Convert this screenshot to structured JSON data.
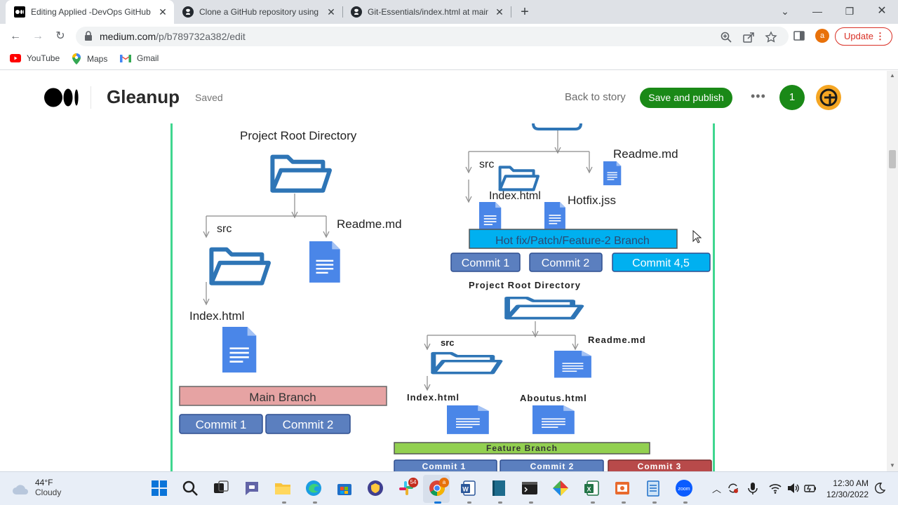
{
  "browser": {
    "tabs": [
      {
        "title": "Editing Applied -DevOps GitHub",
        "active": true,
        "favicon": "medium-icon"
      },
      {
        "title": "Clone a GitHub repository using",
        "active": false,
        "favicon": "github-icon"
      },
      {
        "title": "Git-Essentials/index.html at main",
        "active": false,
        "favicon": "github-icon"
      }
    ],
    "url": "medium.com",
    "url_path": "/p/b789732a382/edit",
    "profile_letter": "a",
    "update_label": "Update",
    "bookmarks": [
      {
        "label": "YouTube",
        "icon": "youtube-icon"
      },
      {
        "label": "Maps",
        "icon": "maps-icon"
      },
      {
        "label": "Gmail",
        "icon": "gmail-icon"
      }
    ]
  },
  "medium": {
    "publication": "Gleanup",
    "status": "Saved",
    "back_to_story": "Back to story",
    "publish_label": "Save and publish",
    "notification_count": "1",
    "accent": "#1a8917"
  },
  "diagram": {
    "left": {
      "root_label": "Project  Root Directory",
      "src_label": "src",
      "readme_label": "Readme.md",
      "index_label": "Index.html",
      "branch_label": "Main Branch",
      "commits": [
        "Commit 1",
        "Commit 2"
      ]
    },
    "top_right": {
      "src_label": "src",
      "readme_label": "Readme.md",
      "index_label": "Index.html",
      "hotfix_label": "Hotfix.jss",
      "branch_label": "Hot fix/Patch/Feature-2 Branch",
      "commits": [
        "Commit 1",
        "Commit 2",
        "Commit 4,5"
      ]
    },
    "bottom_right": {
      "root_label": "Project  Root  Directory",
      "src_label": "src",
      "readme_label": "Readme.md",
      "index_label": "Index.html",
      "aboutus_label": "Aboutus.html",
      "branch_label": "Feature Branch",
      "commits": [
        "Commit 1",
        "Commit 2",
        "Commit 3"
      ]
    },
    "colors": {
      "folder": "#2e75b6",
      "doc": "#4a86e8",
      "main_branch": "#e6a3a3",
      "hotfix_branch": "#00b0f0",
      "feature_branch": "#92d050",
      "commit": "#5b7fbf",
      "commit_highlight": "#00b0f0",
      "commit_red": "#b84a4a",
      "border_line": "#3fd68f"
    }
  },
  "taskbar": {
    "temperature": "44°F",
    "condition": "Cloudy",
    "slack_badge": "54",
    "chrome_badge": "a",
    "time": "12:30 AM",
    "date": "12/30/2022"
  }
}
